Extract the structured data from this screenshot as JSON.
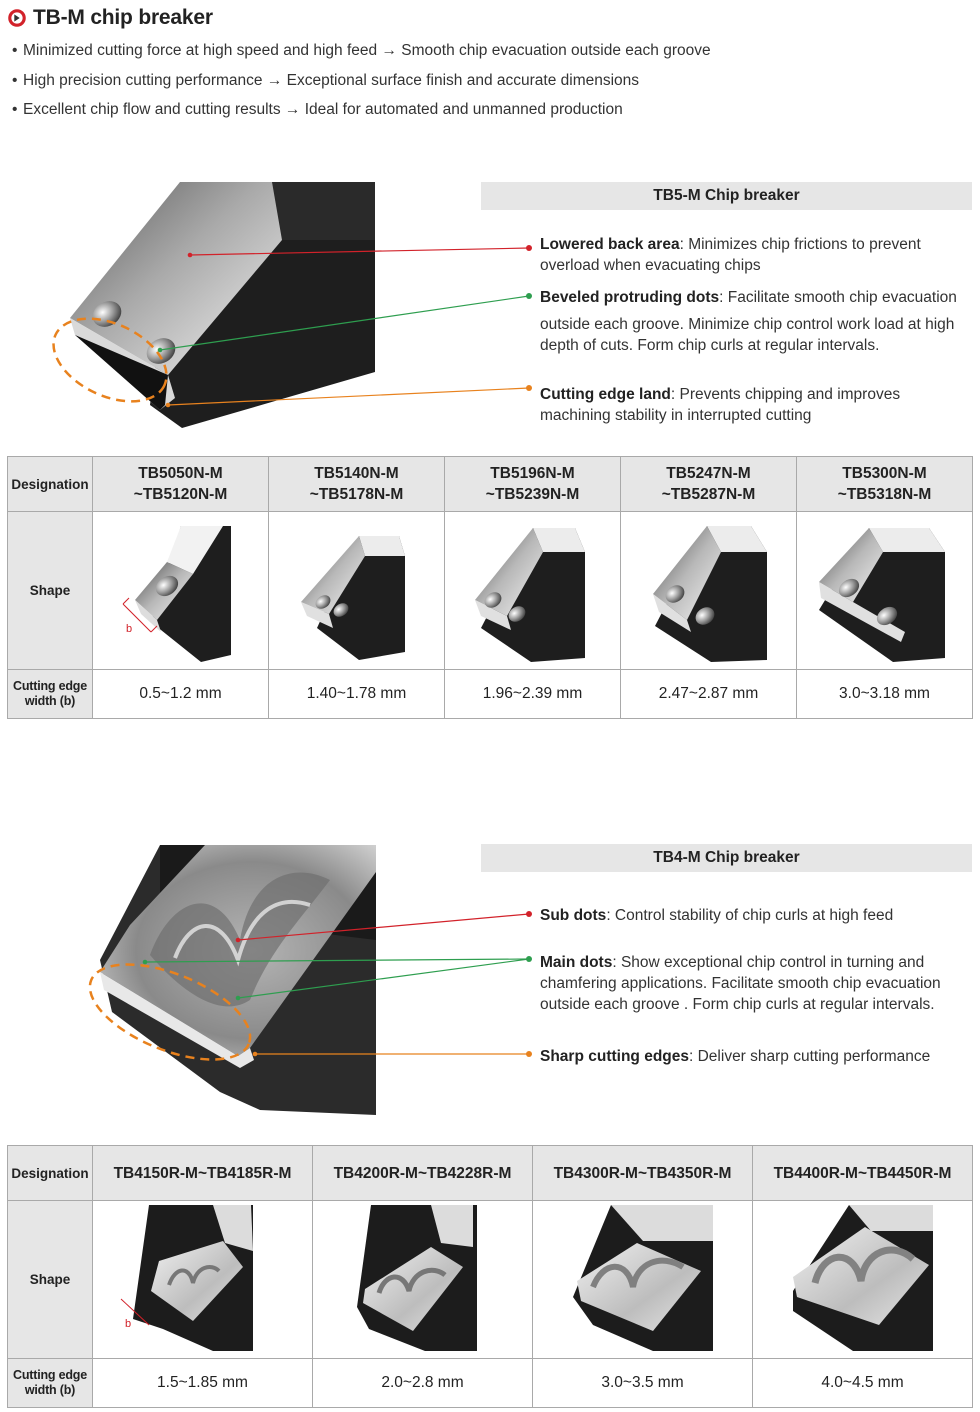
{
  "header": {
    "title": "TB-M chip breaker",
    "icon": "circle-arrow-icon",
    "accent_color": "#d2222a"
  },
  "features": [
    {
      "left": "Minimized cutting force at high speed and high feed",
      "right": "Smooth chip evacuation outside each groove"
    },
    {
      "left": "High precision cutting performance",
      "right": "Exceptional surface finish and accurate dimensions"
    },
    {
      "left": "Excellent chip flow and cutting results",
      "right": "Ideal for automated and unmanned production"
    }
  ],
  "arrow": "→",
  "bullet": "•",
  "tb5": {
    "title": "TB5-M Chip breaker",
    "callouts": [
      {
        "term": "Lowered back area",
        "text": ": Minimizes chip frictions to prevent overload when evacuating chips",
        "color": "#d2222a"
      },
      {
        "term": "Beveled protruding dots",
        "text": ": Facilitate smooth chip evacuation",
        "text2": "outside each groove. Minimize chip control work load at high depth of cuts. Form chip curls at regular intervals.",
        "color": "#2e9e4f"
      },
      {
        "term": "Cutting edge land",
        "text": ": Prevents chipping and improves machining stability in interrupted cutting",
        "color": "#e8821e"
      }
    ],
    "table": {
      "row_headers": {
        "designation": "Designation",
        "shape": "Shape",
        "width": "Cutting edge width (b)"
      },
      "columns": [
        {
          "designation_1": "TB5050N-M",
          "designation_2": "~TB5120N-M",
          "width": "0.5~1.2 mm"
        },
        {
          "designation_1": "TB5140N-M",
          "designation_2": "~TB5178N-M",
          "width": "1.40~1.78 mm"
        },
        {
          "designation_1": "TB5196N-M",
          "designation_2": "~TB5239N-M",
          "width": "1.96~2.39 mm"
        },
        {
          "designation_1": "TB5247N-M",
          "designation_2": "~TB5287N-M",
          "width": "2.47~2.87 mm"
        },
        {
          "designation_1": "TB5300N-M",
          "designation_2": "~TB5318N-M",
          "width": "3.0~3.18 mm"
        }
      ],
      "b_label": "b"
    }
  },
  "tb4": {
    "title": "TB4-M Chip breaker",
    "callouts": [
      {
        "term": "Sub dots",
        "text": ": Control stability of chip curls at high feed",
        "color": "#d2222a"
      },
      {
        "term": "Main dots",
        "text": ": Show exceptional chip control in turning and chamfering applications. Facilitate smooth chip evacuation outside each groove . Form chip curls at regular intervals.",
        "color": "#2e9e4f"
      },
      {
        "term": "Sharp cutting edges",
        "text": ": Deliver sharp cutting performance",
        "color": "#e8821e"
      }
    ],
    "table": {
      "row_headers": {
        "designation": "Designation",
        "shape": "Shape",
        "width": "Cutting edge width (b)"
      },
      "columns": [
        {
          "designation": "TB4150R-M~TB4185R-M",
          "width": "1.5~1.85 mm"
        },
        {
          "designation": "TB4200R-M~TB4228R-M",
          "width": "2.0~2.8 mm"
        },
        {
          "designation": "TB4300R-M~TB4350R-M",
          "width": "3.0~3.5 mm"
        },
        {
          "designation": "TB4400R-M~TB4450R-M",
          "width": "4.0~4.5 mm"
        }
      ],
      "b_label": "b"
    }
  }
}
